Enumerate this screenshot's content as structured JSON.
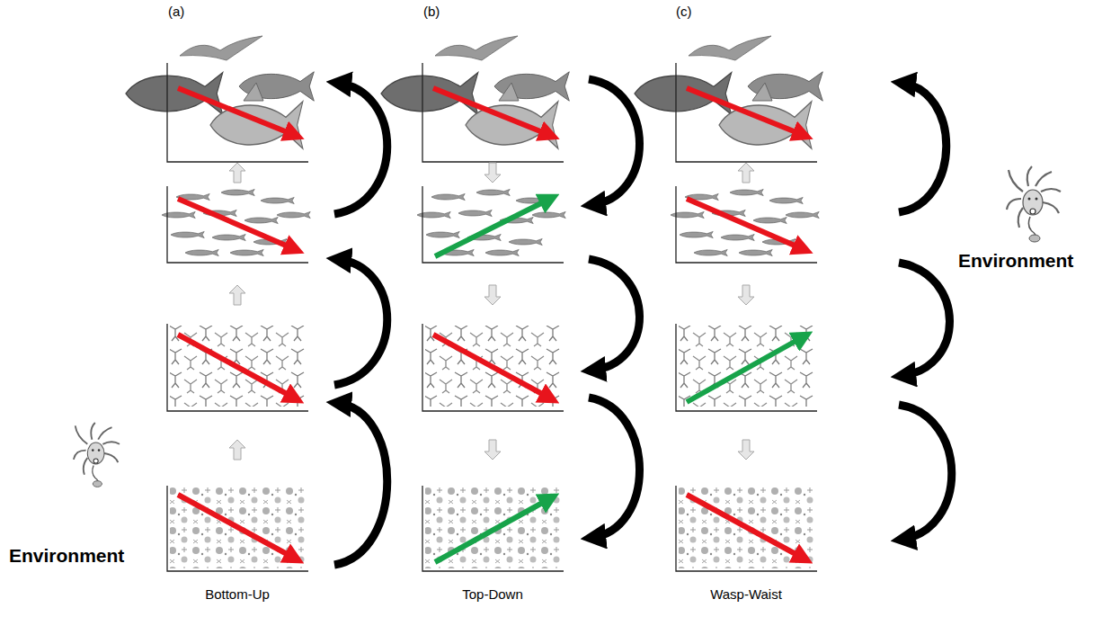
{
  "diagram": {
    "labels": [
      "(a)",
      "(b)",
      "(c)",
      "Environment",
      "Environment",
      "Bottom-Up",
      "Top-Down",
      "Wasp-Waist"
    ]
  }
}
